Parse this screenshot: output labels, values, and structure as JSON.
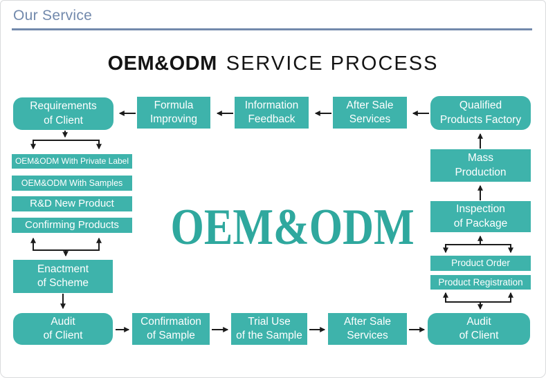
{
  "header": {
    "title": "Our Service"
  },
  "diagram": {
    "title_brand": "OEM&ODM",
    "title_rest": "SERVICE PROCESS",
    "watermark": "OEM&ODM"
  },
  "colors": {
    "node_fill": "#3eb3ab",
    "node_text": "#ffffff",
    "watermark_text": "#2fa89e",
    "header_text": "#7289ac",
    "header_rule": "#7289ac",
    "title_text": "#141414",
    "arrow": "#1b1b1b"
  },
  "nodes": {
    "requirements_of_client": "Requirements\nof Client",
    "formula_improving": "Formula\nImproving",
    "information_feedback": "Information\nFeedback",
    "after_sale_services_top": "After Sale\nServices",
    "qualified_products_factory": "Qualified\nProducts Factory",
    "oem_odm_private_label": "OEM&ODM With Private Label",
    "oem_odm_with_samples": "OEM&ODM With Samples",
    "rd_new_product": "R&D New Product",
    "confirming_products": "Confirming Products",
    "enactment_of_scheme": "Enactment\nof Scheme",
    "audit_of_client_left": "Audit\nof Client",
    "confirmation_of_sample": "Confirmation\nof Sample",
    "trial_use_of_sample": "Trial Use\nof the Sample",
    "after_sale_services_bottom": "After Sale\nServices",
    "audit_of_client_right": "Audit\nof Client",
    "mass_production": "Mass\nProduction",
    "inspection_of_package": "Inspection\nof Package",
    "product_order": "Product Order",
    "product_registration": "Product Registration"
  }
}
